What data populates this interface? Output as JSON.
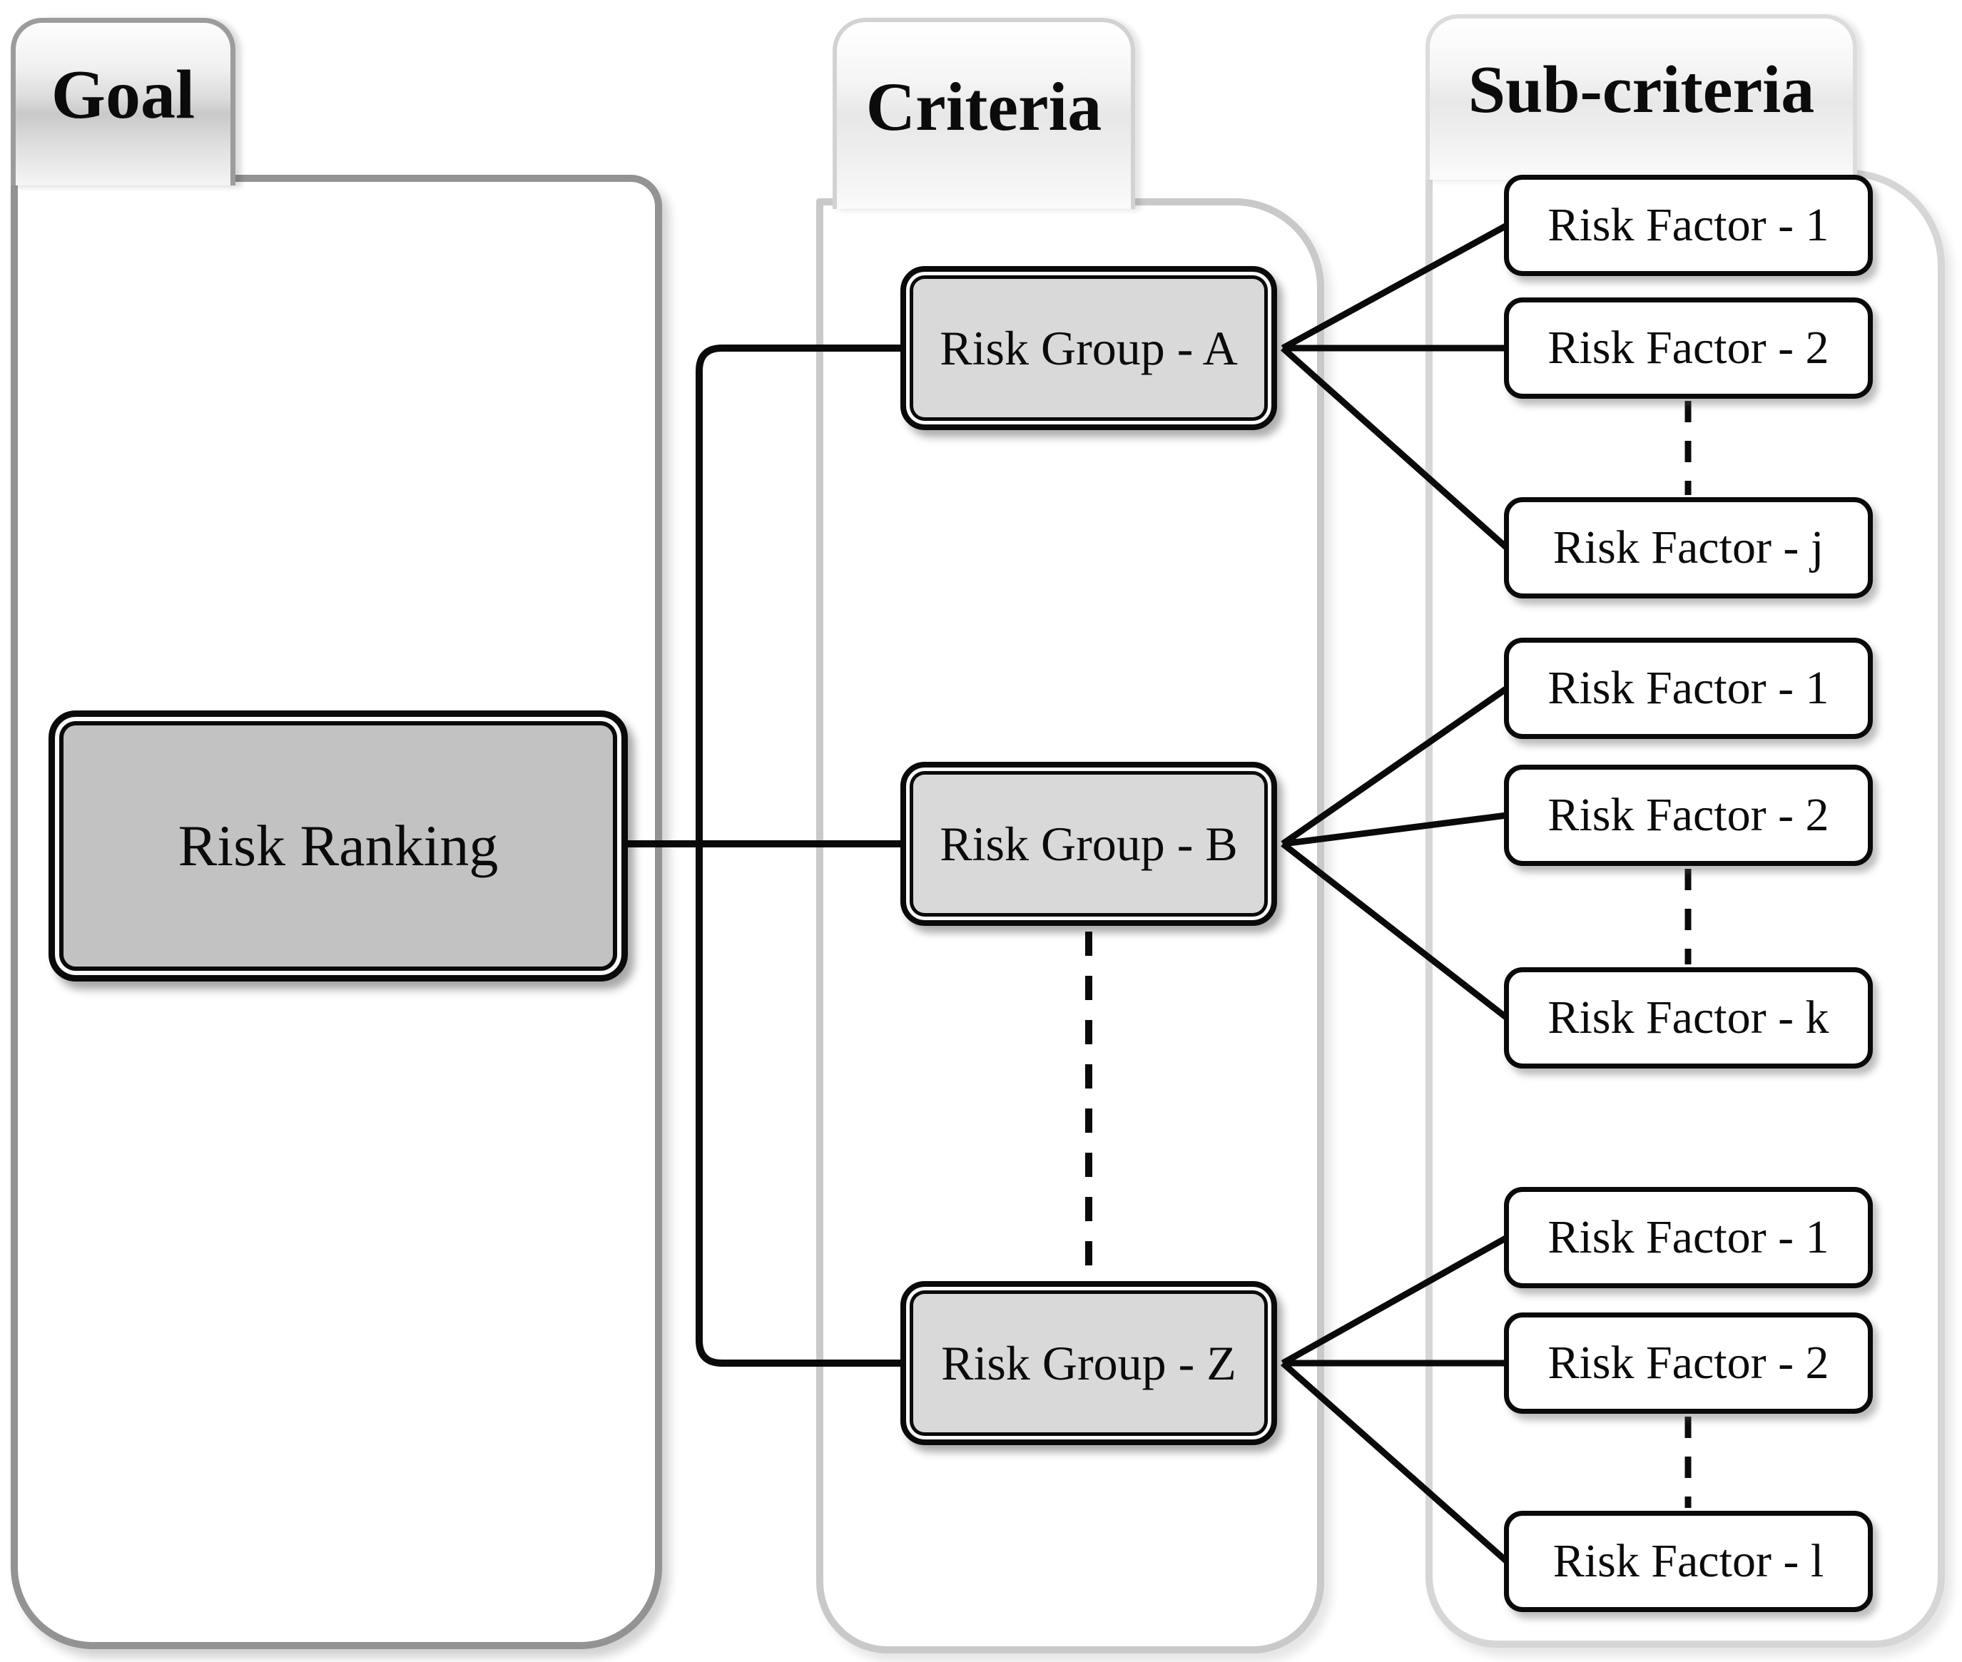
{
  "columns": {
    "goal": {
      "tab": "Goal"
    },
    "criteria": {
      "tab": "Criteria"
    },
    "subcriteria": {
      "tab": "Sub-criteria"
    }
  },
  "goal": {
    "label": "Risk Ranking"
  },
  "groups": [
    {
      "label": "Risk Group - A",
      "factors": [
        "Risk Factor - 1",
        "Risk Factor - 2",
        "Risk Factor - j"
      ]
    },
    {
      "label": "Risk Group - B",
      "factors": [
        "Risk Factor - 1",
        "Risk Factor - 2",
        "Risk Factor - k"
      ]
    },
    {
      "label": "Risk Group - Z",
      "factors": [
        "Risk Factor - 1",
        "Risk Factor - 2",
        "Risk Factor - l"
      ]
    }
  ],
  "colors": {
    "goal_panel_border": "#939393",
    "criteria_panel_border": "#c9c9c9",
    "subcriteria_panel_border": "#d6d6d6",
    "goal_node_fill": "#c2c2c2",
    "group_node_fill": "#d9d9d9",
    "factor_node_fill": "#ffffff",
    "line": "#0a0a0a",
    "text": "#0b0b0b"
  }
}
